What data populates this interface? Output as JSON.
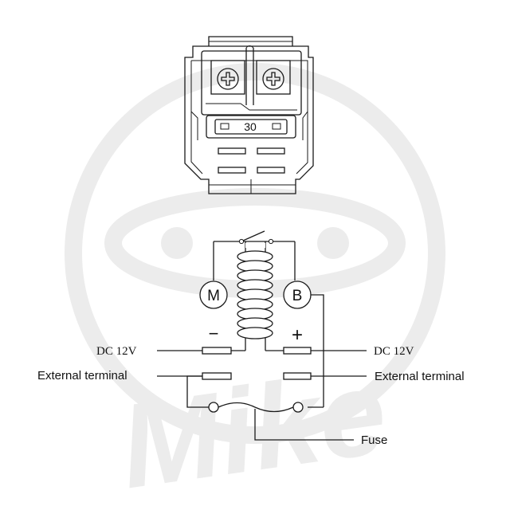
{
  "watermark": {
    "text": "Mike"
  },
  "relay": {
    "amp_rating": "30"
  },
  "schematic": {
    "motor_symbol": "M",
    "battery_symbol": "B",
    "minus_sign": "−",
    "plus_sign": "+"
  },
  "labels": {
    "dc_left": "DC 12V",
    "dc_right": "DC 12V",
    "ext_left": "External terminal",
    "ext_right": "External terminal",
    "fuse": "Fuse"
  },
  "colors": {
    "line": "#1a1a1a",
    "watermark": "#ececec",
    "background": "#ffffff"
  }
}
